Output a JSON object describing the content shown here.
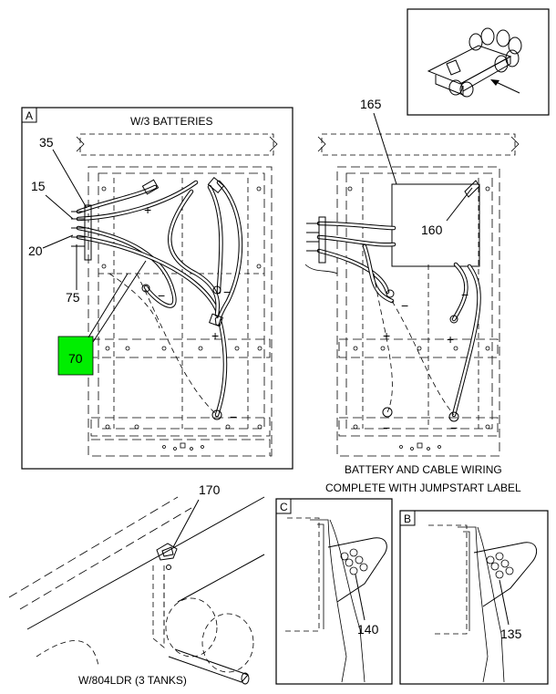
{
  "views": {
    "a": {
      "letter": "A",
      "title": "W/3 BATTERIES"
    },
    "b": {
      "letter": "B"
    },
    "c": {
      "letter": "C"
    }
  },
  "callouts": {
    "c35": "35",
    "c15": "15",
    "c20": "20",
    "c75": "75",
    "c70": "70",
    "c165": "165",
    "c160": "160",
    "c170": "170",
    "c140": "140",
    "c135": "135"
  },
  "captions": {
    "wiring_line1": "BATTERY AND CABLE WIRING",
    "wiring_line2": "COMPLETE WITH JUMPSTART LABEL",
    "tanks": "W/804LDR (3 TANKS)"
  },
  "symbols": {
    "plus": "+",
    "minus": "−"
  },
  "colors": {
    "highlight": "#00ee00",
    "line": "#000000"
  }
}
